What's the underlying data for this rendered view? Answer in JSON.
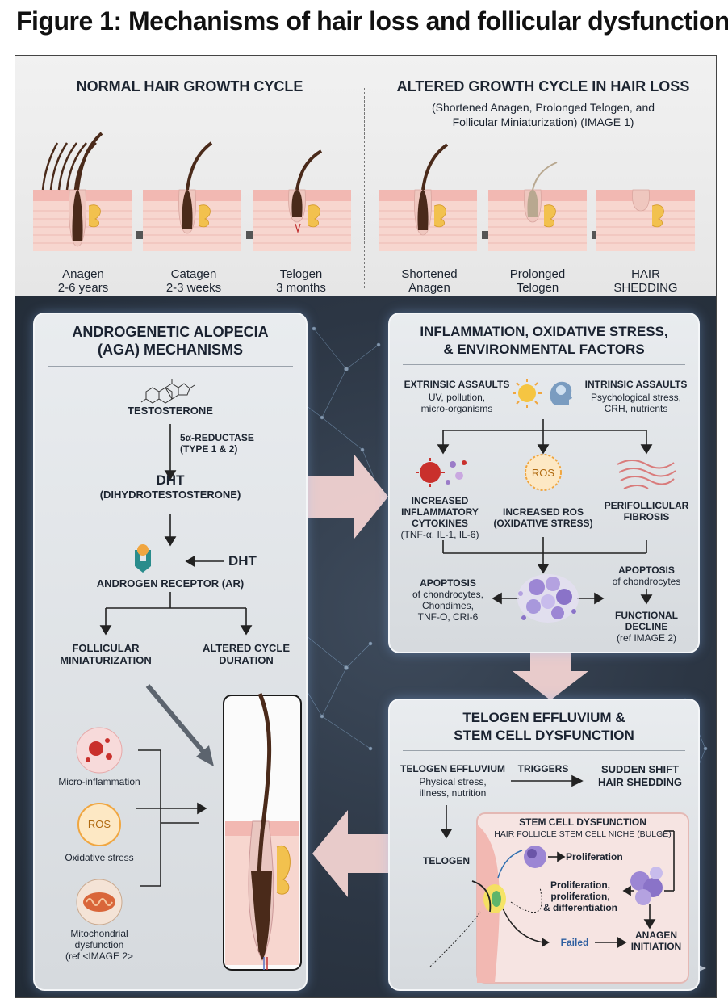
{
  "figure_title": "Figure 1: Mechanisms of hair loss and follicular dysfunction.",
  "top": {
    "normal_title": "NORMAL HAIR GROWTH CYCLE",
    "altered_title": "ALTERED GROWTH CYCLE IN HAIR LOSS",
    "altered_subtitle_1": "(Shortened Anagen, Prolonged Telogen, and",
    "altered_subtitle_2": "Follicular Miniaturization) (IMAGE 1)",
    "stages": [
      {
        "l1": "Anagen",
        "l2": "2-6 years"
      },
      {
        "l1": "Catagen",
        "l2": "2-3 weeks"
      },
      {
        "l1": "Telogen",
        "l2": "3 months"
      },
      {
        "l1": "Shortened",
        "l2": "Anagen"
      },
      {
        "l1": "Prolonged",
        "l2": "Telogen"
      },
      {
        "l1": "HAIR",
        "l2": "SHEDDING"
      }
    ]
  },
  "aga": {
    "title_1": "ANDROGENETIC ALOPECIA",
    "title_2": "(AGA) MECHANISMS",
    "testosterone": "TESTOSTERONE",
    "enzyme_1": "5α-REDUCTASE",
    "enzyme_2": "(TYPE 1 & 2)",
    "dht": "DHT",
    "dht_full": "(DIHYDROTESTOSTERONE)",
    "dht_input": "DHT",
    "receptor": "ANDROGEN RECEPTOR (AR)",
    "miniaturization_1": "FOLLICULAR",
    "miniaturization_2": "MINIATURIZATION",
    "altered_1": "ALTERED CYCLE",
    "altered_2": "DURATION",
    "micro_inflammation": "Micro-inflammation",
    "ros_badge": "ROS",
    "oxidative_stress": "Oxidative stress",
    "mito_1": "Mitochondrial",
    "mito_2": "dysfunction",
    "mito_3": "(ref <IMAGE 2>"
  },
  "inflammation": {
    "title_1": "INFLAMMATION, OXIDATIVE STRESS,",
    "title_2": "& ENVIRONMENTAL FACTORS",
    "extrinsic_title": "EXTRINSIC ASSAULTS",
    "extrinsic_1": "UV, pollution,",
    "extrinsic_2": "micro-organisms",
    "intrinsic_title": "INTRINSIC ASSAULTS",
    "intrinsic_1": "Psychological stress,",
    "intrinsic_2": "CRH, nutrients",
    "cytokines_1": "INCREASED",
    "cytokines_2": "INFLAMMATORY",
    "cytokines_3": "CYTOKINES",
    "cytokines_4": "(TNF-α, IL-1, IL-6)",
    "ros_badge": "ROS",
    "ros_1": "INCREASED ROS",
    "ros_2": "(OXIDATIVE STRESS)",
    "fibrosis_1": "PERIFOLLICULAR",
    "fibrosis_2": "FIBROSIS",
    "apoptosis_left_title": "APOPTOSIS",
    "apoptosis_left_1": "of chondrocytes,",
    "apoptosis_left_2": "Chondimes,",
    "apoptosis_left_3": "TNF-O, CRI-6",
    "apoptosis_right_title": "APOPTOSIS",
    "apoptosis_right_1": "of chondrocytes",
    "decline_1": "FUNCTIONAL",
    "decline_2": "DECLINE",
    "decline_3": "(ref IMAGE 2)"
  },
  "telogen": {
    "title_1": "TELOGEN EFFLUVIUM &",
    "title_2": "STEM CELL DYSFUNCTION",
    "te_title": "TELOGEN EFFLUVIUM",
    "te_1": "Physical stress,",
    "te_2": "illness, nutrition",
    "triggers": "TRIGGERS",
    "shift_1": "SUDDEN SHIFT",
    "shift_2": "HAIR SHEDDING",
    "telogen_label": "TELOGEN",
    "stem_title": "STEM CELL DYSFUNCTION",
    "stem_subtitle": "HAIR FOLLICLE STEM CELL NICHE (BULGE)",
    "proliferation": "Proliferation",
    "prolif_1": "Proliferation,",
    "prolif_2": "proliferation,",
    "prolif_3": "& differentiation",
    "failed": "Failed",
    "anagen_1": "ANAGEN",
    "anagen_2": "INITIATION"
  },
  "colors": {
    "hair": "#4a2a1a",
    "skin": "#f2b8b2",
    "dermis": "#f7d6cf",
    "gland": "#f2c14e",
    "panel": "#dfe3e7",
    "background": "#2c3644",
    "arrow_pink": "#f3d3d3",
    "cytokine_red": "#c9302c",
    "ros_orange": "#f0a640",
    "cell_purple": "#8a73c8"
  }
}
